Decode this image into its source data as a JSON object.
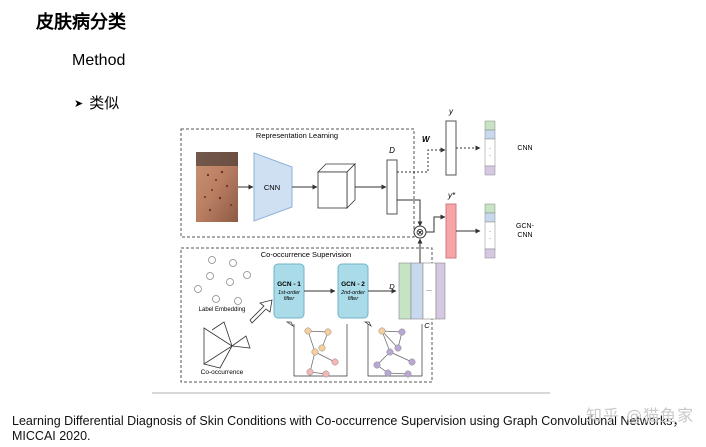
{
  "title": "皮肤病分类",
  "subtitle": "Method",
  "bullet": "类似",
  "diagram": {
    "rep_learning": "Representation Learning",
    "cnn": "CNN",
    "D1": "D",
    "W": "W",
    "y": "y",
    "y_star": "y*",
    "out_cnn": "CNN",
    "out_gcn_1": "GCN-",
    "out_gcn_2": "CNN",
    "dots": "·",
    "cooc_supervision": "Co-occurrence Supervision",
    "gcn1_title": "GCN - 1",
    "gcn1_sub1": "1st-order",
    "gcn1_sub2": "filter",
    "gcn2_title": "GCN - 2",
    "gcn2_sub1": "2nd-order",
    "gcn2_sub2": "filter",
    "D2": "D",
    "ellipsis": "...",
    "C": "C",
    "label_embedding": "Label Embedding",
    "co_occurrence": "Co-occurrence",
    "otimes": "⊗"
  },
  "caption": "Learning Differential Diagnosis of Skin Conditions with Co-occurrence Supervision using Graph Convolutional Networks，MICCAI 2020.",
  "watermark": "知乎 @猫鱼家",
  "colors": {
    "cnn_fill": "#cfe0f3",
    "gcn_fill": "#a9dbe8",
    "y_star_fill": "#f5a4a8",
    "out_green": "#c6e3c4",
    "out_blue": "#c7d8ef",
    "out_purple": "#d6c7e3",
    "node_orange": "#f7cf9c",
    "node_pink": "#f3b7b5",
    "node_purple": "#b9a8d6"
  }
}
